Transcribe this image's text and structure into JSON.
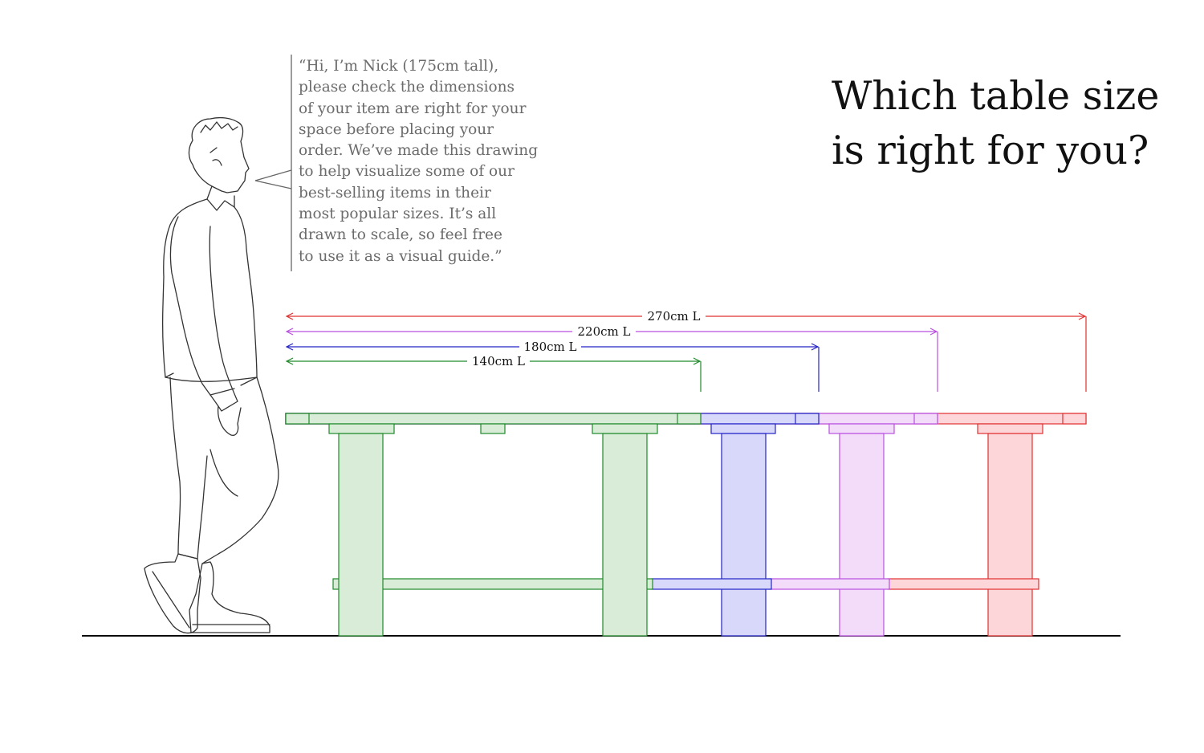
{
  "title": {
    "line1": "Which table size",
    "line2": "is right for you?"
  },
  "quote": {
    "lines": [
      "“Hi, I’m Nick (175cm tall),",
      "please check the dimensions",
      "of your item are right for your",
      "space before placing your",
      "order. We’ve made this drawing",
      "to help visualize some of our",
      "best-selling items in their",
      "most popular sizes. It’s all",
      "drawn to scale, so feel free",
      "to use it as a visual guide.”"
    ]
  },
  "person": {
    "name": "Nick",
    "height_cm": 175
  },
  "tables": [
    {
      "label": "270cm L",
      "length_cm": 270,
      "color": "#e03030",
      "fill": "#fdd6d9"
    },
    {
      "label": "220cm L",
      "length_cm": 220,
      "color": "#b94fe0",
      "fill": "#f3dcfa"
    },
    {
      "label": "180cm L",
      "length_cm": 180,
      "color": "#2323c8",
      "fill": "#d8d8fa"
    },
    {
      "label": "140cm L",
      "length_cm": 140,
      "color": "#1f8a2a",
      "fill": "#d8ecd8"
    }
  ],
  "colors": {
    "ground": "#000000",
    "figure": "#333333",
    "bubble": "#666666"
  },
  "icons": {
    "figure": "person-walking-icon"
  }
}
